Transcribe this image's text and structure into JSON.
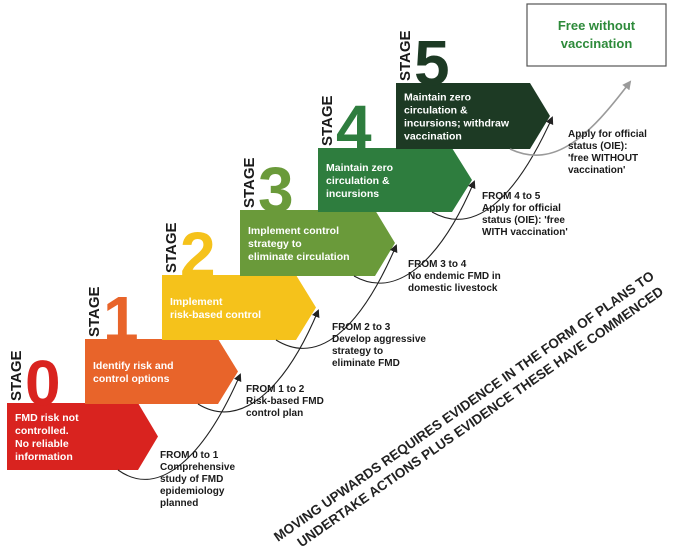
{
  "diagram": {
    "stage_word": "STAGE",
    "goal_box": {
      "line1": "Free without",
      "line2": "vaccination"
    },
    "stages": [
      {
        "number": "0",
        "color": "#d9231f",
        "lines": [
          "FMD risk not",
          "controlled.",
          "No reliable",
          "information"
        ]
      },
      {
        "number": "1",
        "color": "#e8642a",
        "lines": [
          "Identify risk and",
          "control options"
        ]
      },
      {
        "number": "2",
        "color": "#f5c21b",
        "lines": [
          "Implement",
          "risk-based control"
        ]
      },
      {
        "number": "3",
        "color": "#6a9a3a",
        "lines": [
          "Implement control",
          "strategy to",
          "eliminate circulation"
        ]
      },
      {
        "number": "4",
        "color": "#2e7d3e",
        "lines": [
          "Maintain zero",
          "circulation &",
          "incursions"
        ]
      },
      {
        "number": "5",
        "color": "#1d3a24",
        "lines": [
          "Maintain zero",
          "circulation &",
          "incursions; withdraw",
          "vaccination"
        ]
      }
    ],
    "transitions": [
      {
        "lines": [
          "FROM 0 to 1",
          "Comprehensive",
          "study of FMD",
          "epidemiology",
          "planned"
        ]
      },
      {
        "lines": [
          "FROM 1 to 2",
          "Risk-based FMD",
          "control plan"
        ]
      },
      {
        "lines": [
          "FROM 2 to 3",
          "Develop aggressive",
          "strategy to",
          "eliminate FMD"
        ]
      },
      {
        "lines": [
          "FROM 3 to 4",
          "No endemic FMD in",
          "domestic livestock"
        ]
      },
      {
        "lines": [
          "FROM 4 to 5",
          "Apply for official",
          "status (OIE): 'free",
          "WITH vaccination'"
        ]
      },
      {
        "lines": [
          "Apply for official",
          "status (OIE):",
          "'free WITHOUT",
          "vaccination'"
        ]
      }
    ],
    "diagonal_note": {
      "line1": "MOVING UPWARDS REQUIRES EVIDENCE IN THE FORM OF PLANS TO",
      "line2": "UNDERTAKE ACTIONS PLUS EVIDENCE THESE HAVE COMMENCED"
    }
  }
}
